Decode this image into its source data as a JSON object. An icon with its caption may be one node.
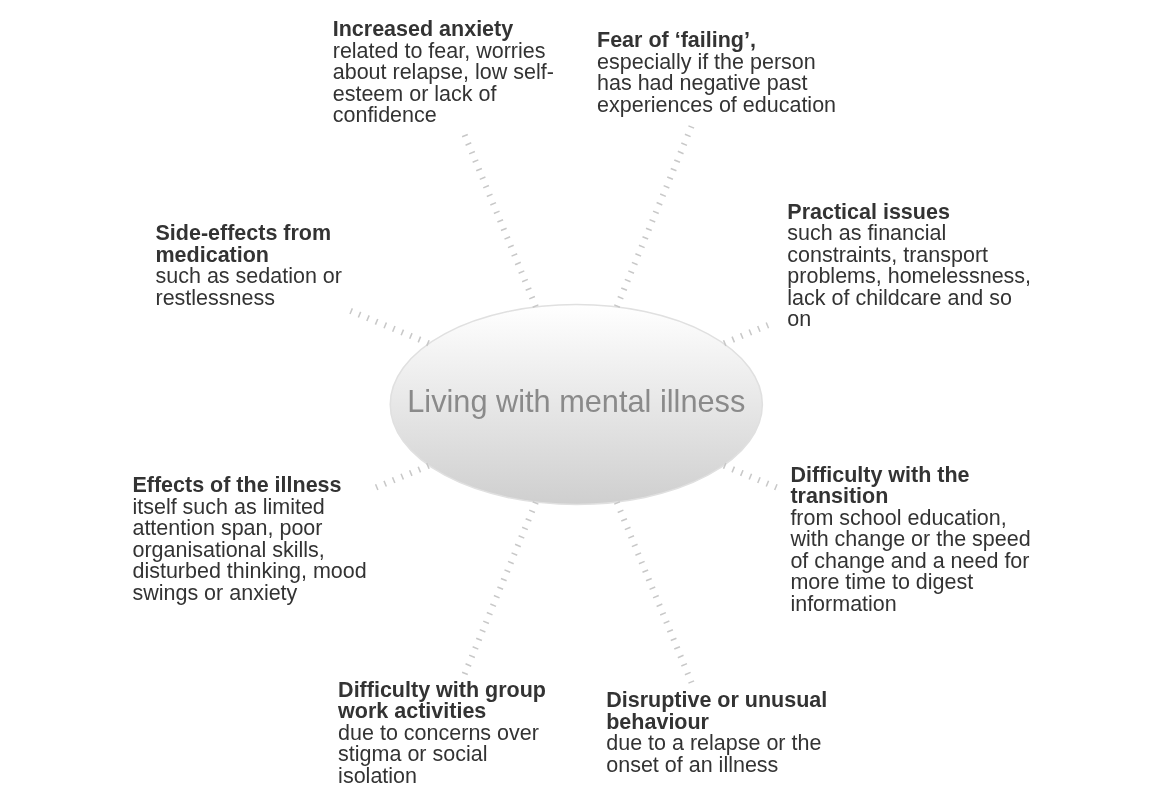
{
  "diagram": {
    "nodes": [
      {
        "text": [
          "Living with mental illness"
        ]
      },
      {
        "text": [
          "Practical issues",
          "such as financial constraints, transport problems, homelessness, lack of childcare and so on"
        ]
      },
      {
        "text": [
          "Fear of ‘failing’,",
          "especially if the person has had negative past experiences of education"
        ]
      },
      {
        "text": [
          "Increased anxiety",
          "related to fear, worries about relapse, low self-esteem or lack of confidence"
        ]
      },
      {
        "text": [
          "Side-effects from medication",
          "such as sedation or restlessness"
        ]
      },
      {
        "text": [
          "Effects of the illness",
          "itself such as limited attention span, poor organisational skills, disturbed thinking, mood swings or anxiety"
        ]
      },
      {
        "text": [
          "Difficulty with group work activities",
          "due to concerns over stigma or social isolation"
        ]
      },
      {
        "text": [
          "Disruptive or unusual behaviour",
          "due to a relapse or the onset of an illness"
        ]
      },
      {
        "text": [
          "Difficulty with the transition",
          "from school education, with change or the speed of change and a need for more time to digest information"
        ]
      }
    ],
    "edges": [
      {
        "from": 0,
        "to": 1,
        "arrow": "none"
      },
      {
        "from": 0,
        "to": 2,
        "arrow": "none"
      },
      {
        "from": 0,
        "to": 3,
        "arrow": "none"
      },
      {
        "from": 0,
        "to": 4,
        "arrow": "none"
      },
      {
        "from": 0,
        "to": 5,
        "arrow": "none"
      },
      {
        "from": 0,
        "to": 6,
        "arrow": "none"
      },
      {
        "from": 0,
        "to": 7,
        "arrow": "none"
      },
      {
        "from": 0,
        "to": 8,
        "arrow": "none"
      }
    ]
  }
}
